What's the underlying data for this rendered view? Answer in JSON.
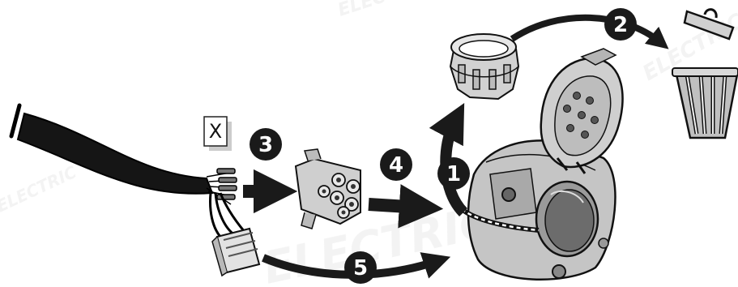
{
  "watermark": {
    "text": "ELECTRIC"
  },
  "x_label": "X",
  "steps": [
    {
      "number": "1"
    },
    {
      "number": "2"
    },
    {
      "number": "3"
    },
    {
      "number": "4"
    },
    {
      "number": "5"
    }
  ],
  "colors": {
    "badge": "#1a1a1a",
    "arrow": "#1a1a1a",
    "part_fill": "#c8c8c8",
    "part_dark": "#8a8a8a",
    "outline": "#111111"
  }
}
